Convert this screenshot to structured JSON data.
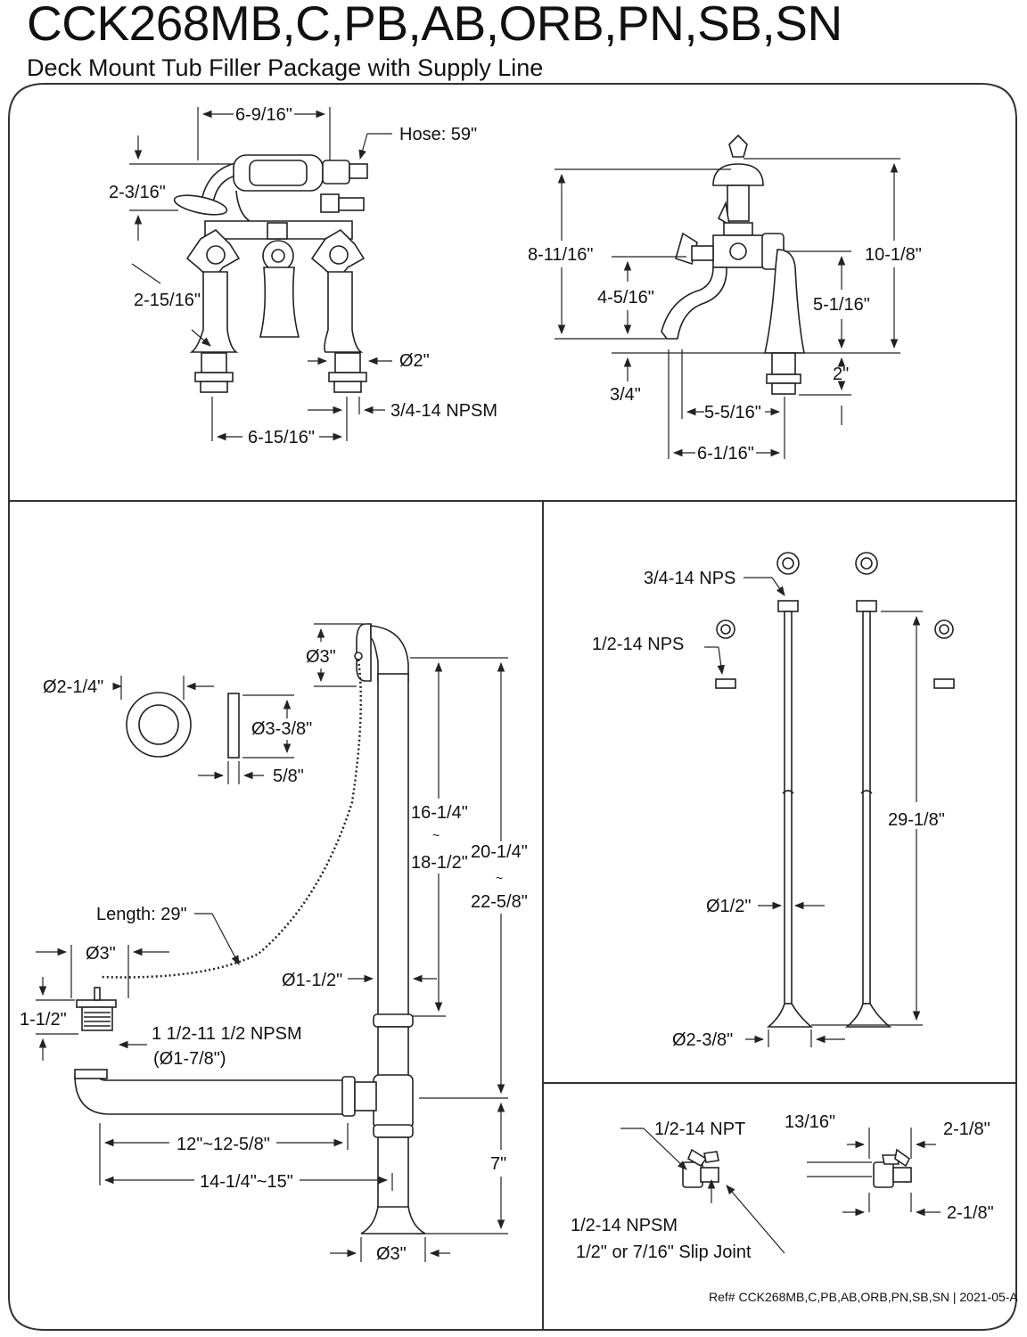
{
  "header": {
    "title": "CCK268MB,C,PB,AB,ORB,PN,SB,SN",
    "subtitle": "Deck Mount Tub Filler Package with Supply Line"
  },
  "faucet_front": {
    "width_top": "6-9/16\"",
    "hose": "Hose: 59\"",
    "handshower_height": "2-3/16\"",
    "handle_span": "2-15/16\"",
    "shank_dia": "Ø2\"",
    "thread": "3/4-14 NPSM",
    "center_spacing": "6-15/16\""
  },
  "faucet_side": {
    "total_height": "10-1/8\"",
    "handle_height": "8-11/16\"",
    "spout_height": "4-5/16\"",
    "body_height": "5-1/16\"",
    "shank_length": "2\"",
    "spout_clearance": "3/4\"",
    "spout_reach": "5-5/16\"",
    "overall_depth": "6-1/16\""
  },
  "drain": {
    "overflow_dia": "Ø3\"",
    "plate_dia": "Ø2-1/4\"",
    "gasket_dia": "Ø3-3/8\"",
    "gasket_thickness": "5/8\"",
    "overflow_height": "16-1/4\"",
    "overflow_height_max": "18-1/2\"",
    "total_height": "20-1/4\"",
    "total_height_max": "22-5/8\"",
    "tilde": "~",
    "chain_length": "Length: 29\"",
    "stopper_dia": "Ø3\"",
    "pipe_dia": "Ø1-1/2\"",
    "strainer_height": "1-1/2\"",
    "strainer_thread": "1 1/2-11 1/2 NPSM",
    "strainer_thread_dia": "(Ø1-7/8\")",
    "inner_length": "12\"~12-5/8\"",
    "outer_length": "14-1/4\"~15\"",
    "leg_height": "7\"",
    "base_dia": "Ø3\""
  },
  "supply_lines": {
    "nps_3_4": "3/4-14 NPS",
    "nps_1_2": "1/2-14 NPS",
    "length": "29-1/8\"",
    "tube_dia": "Ø1/2\"",
    "flange_dia": "Ø2-3/8\""
  },
  "stops": {
    "npt": "1/2-14 NPT",
    "width": "13/16\"",
    "height_upper": "2-1/8\"",
    "height_lower": "2-1/8\"",
    "npsm": "1/2-14 NPSM",
    "slip_joint": "1/2\" or 7/16\" Slip Joint"
  },
  "footer": {
    "ref": "Ref# CCK268MB,C,PB,AB,ORB,PN,SB,SN | 2021-05-A"
  }
}
